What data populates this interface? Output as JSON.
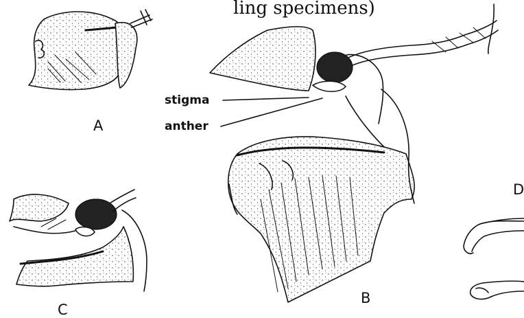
{
  "header_fragment": "ling specimens)",
  "panels": {
    "a": "A",
    "b": "B",
    "c": "C",
    "d": "D"
  },
  "callouts": {
    "stigma": "stigma",
    "anther": "anther"
  }
}
